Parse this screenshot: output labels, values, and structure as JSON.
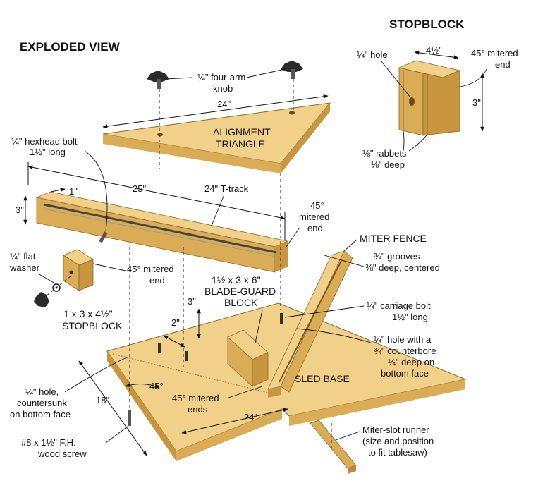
{
  "headings": {
    "exploded_view": "EXPLODED VIEW",
    "stopblock": "STOPBLOCK"
  },
  "parts": {
    "alignment_triangle_line1": "ALIGNMENT",
    "alignment_triangle_line2": "TRIANGLE",
    "miter_fence": "MITER FENCE",
    "sled_base": "SLED BASE",
    "stopblock_line1": "1 x 3 x 4½\"",
    "stopblock_line2": "STOPBLOCK",
    "blade_guard_line1": "1½ x 3 x 6\"",
    "blade_guard_line2": "BLADE-GUARD",
    "blade_guard_line3": "BLOCK"
  },
  "labels": {
    "four_arm_knob_line1": "¼\" four-arm",
    "four_arm_knob_line2": "knob",
    "hexhead_bolt_line1": "¼\" hexhead bolt",
    "hexhead_bolt_line2": "1½\" long",
    "t_track": "24\" T-track",
    "mitered_end_line1": "45°",
    "mitered_end_line2": "mitered",
    "mitered_end_line3": "end",
    "flat_washer_line1": "¼\" flat",
    "flat_washer_line2": "washer",
    "stop_mitered_line1": "45° mitered",
    "stop_mitered_line2": "end",
    "grooves_line1": "¾\" grooves",
    "grooves_line2": "⅜\" deep, centered",
    "carriage_bolt_line1": "¼\" carriage bolt",
    "carriage_bolt_line2": "1½\" long",
    "counterbore_line1": "¼\" hole with a",
    "counterbore_line2": "¾\" counterbore",
    "counterbore_line3": "¼\" deep on",
    "counterbore_line4": "bottom face",
    "countersunk_line1": "¼\"  hole,",
    "countersunk_line2": "countersunk",
    "countersunk_line3": "on bottom face",
    "base_mitered_line1": "45° mitered",
    "base_mitered_line2": "ends",
    "wood_screw_line1": "#8 x 1½\" F.H.",
    "wood_screw_line2": "wood screw",
    "runner_line1": "Miter-slot runner",
    "runner_line2": "(size and position",
    "runner_line3": "to fit tablesaw)",
    "detail_hole": "¼\" hole",
    "detail_mitered_line1": "45° mitered",
    "detail_mitered_line2": "end",
    "detail_rabbets_line1": "⅛\" rabbets",
    "detail_rabbets_line2": "⅛\" deep"
  },
  "dimensions": {
    "triangle_length": "24\"",
    "fence_length": "25\"",
    "fence_height": "3\"",
    "fence_track_offset": "1\"",
    "guard_height": "3\"",
    "guard_offset": "2\"",
    "base_angle": "45°",
    "base_depth": "18\"",
    "base_width": "24\"",
    "detail_width": "4½\"",
    "detail_height": "3\""
  },
  "colors": {
    "wood_top": "#f1d08a",
    "wood_side": "#d9ac55",
    "wood_dark": "#b98a3a",
    "hardware": "#2b2b2b",
    "ink": "#111111"
  }
}
